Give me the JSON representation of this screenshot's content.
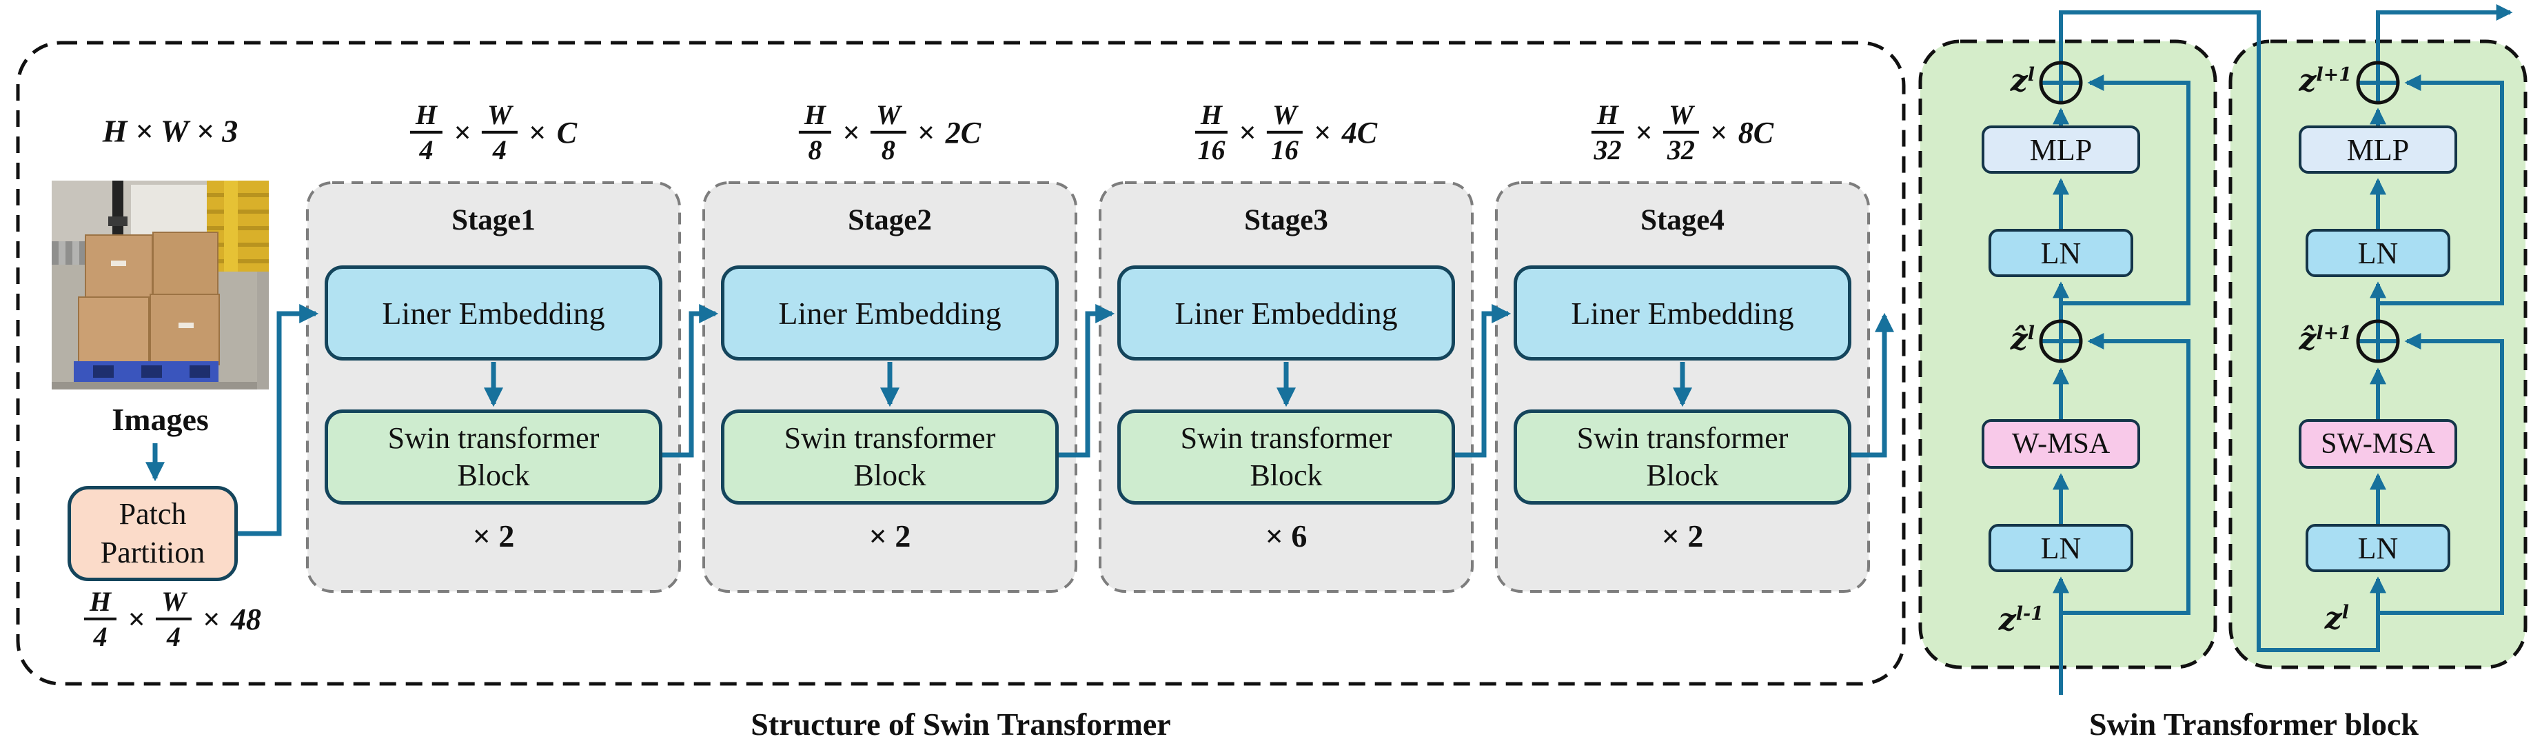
{
  "figure": {
    "structure_caption": "Structure of Swin Transformer",
    "block_caption": "Swin Transformer block"
  },
  "symbols": {
    "times": "×"
  },
  "input": {
    "dim_label": "H × W × 3",
    "image_caption": "Images",
    "patch_partition": {
      "line1": "Patch",
      "line2": "Partition"
    },
    "patch_dim": {
      "n1": "H",
      "d1": "4",
      "n2": "W",
      "d2": "4",
      "suffix": "48"
    }
  },
  "stages": [
    {
      "name": "Stage1",
      "dim": {
        "n1": "H",
        "d1": "4",
        "n2": "W",
        "d2": "4",
        "suffix": "C"
      },
      "embedding": "Liner Embedding",
      "block_line1": "Swin transformer",
      "block_line2": "Block",
      "repeat": "× 2"
    },
    {
      "name": "Stage2",
      "dim": {
        "n1": "H",
        "d1": "8",
        "n2": "W",
        "d2": "8",
        "suffix": "2C"
      },
      "embedding": "Liner Embedding",
      "block_line1": "Swin transformer",
      "block_line2": "Block",
      "repeat": "× 2"
    },
    {
      "name": "Stage3",
      "dim": {
        "n1": "H",
        "d1": "16",
        "n2": "W",
        "d2": "16",
        "suffix": "4C"
      },
      "embedding": "Liner Embedding",
      "block_line1": "Swin transformer",
      "block_line2": "Block",
      "repeat": "× 6"
    },
    {
      "name": "Stage4",
      "dim": {
        "n1": "H",
        "d1": "32",
        "n2": "W",
        "d2": "32",
        "suffix": "8C"
      },
      "embedding": "Liner Embedding",
      "block_line1": "Swin transformer",
      "block_line2": "Block",
      "repeat": "× 2"
    }
  ],
  "block_detail": {
    "panels": [
      {
        "out": {
          "base": "z",
          "sup": "l"
        },
        "mlp": "MLP",
        "ln_top": "LN",
        "mid": {
          "base": "ẑ",
          "sup": "l"
        },
        "msa": "W-MSA",
        "ln_bottom": "LN",
        "in": {
          "base": "z",
          "sup": "l-1"
        }
      },
      {
        "out": {
          "base": "z",
          "sup": "l+1"
        },
        "mlp": "MLP",
        "ln_top": "LN",
        "mid": {
          "base": "ẑ",
          "sup": "l+1"
        },
        "msa": "SW-MSA",
        "ln_bottom": "LN",
        "in": {
          "base": "z",
          "sup": "l"
        }
      }
    ]
  },
  "colors": {
    "line": "#17719c",
    "embedding_fill": "#b2e2f2",
    "block_fill": "#ceeccf",
    "patch_fill": "#fbdbc9",
    "stage_fill": "#e9e9e9",
    "panel_fill": "#d5edca",
    "mlp_fill": "#dceaf8",
    "ln_fill": "#a9def3",
    "msa_fill": "#f8c9e9"
  }
}
